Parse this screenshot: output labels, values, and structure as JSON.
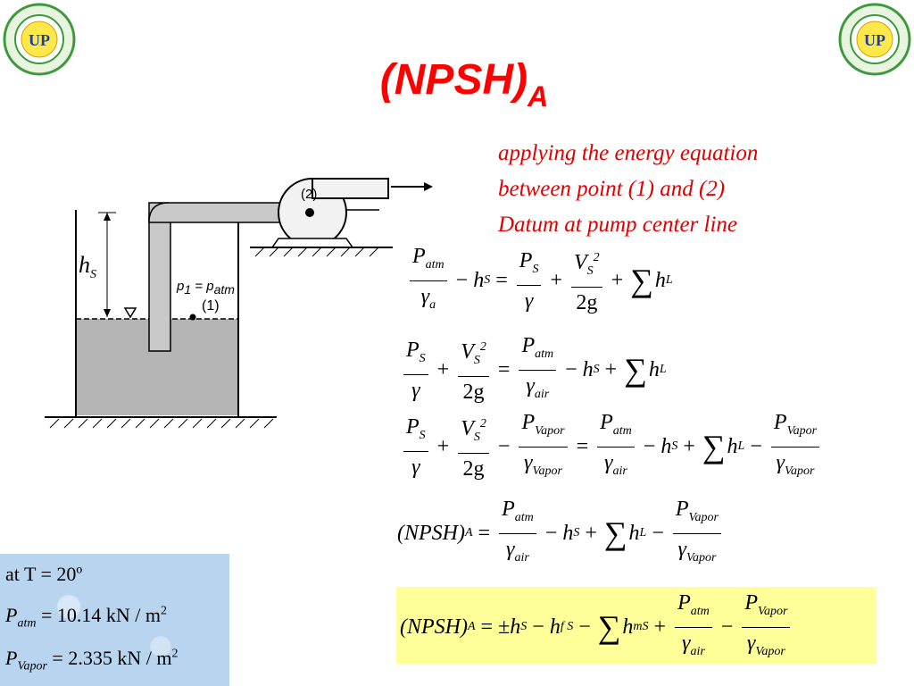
{
  "title": {
    "main": "(NPSH)",
    "sub": "A"
  },
  "notes": [
    "applying the energy equation",
    "between point (1) and (2)",
    "Datum at pump center line"
  ],
  "diagram": {
    "hs_label": "h",
    "hs_sub": "S",
    "point1_label": "p",
    "point1_sub": "1",
    "point1_eq": " = p",
    "point1_eq_sub": "atm",
    "point1_num": "(1)",
    "point2_num": "(2)"
  },
  "symbols": {
    "P": "P",
    "V": "V",
    "h": "h",
    "gamma": "γ",
    "two_g": "2g",
    "g": "g",
    "sum": "∑",
    "plus": "+",
    "minus": "−",
    "equals": "=",
    "pm": "±",
    "atm": "atm",
    "a": "a",
    "air": "air",
    "Vapor": "Vapor",
    "S": "S",
    "L": "L",
    "two": "2",
    "f": "f",
    "mS": "mS",
    "npsh": "(NPSH)",
    "A": "A"
  },
  "conditions": {
    "line1": "at T = 20º",
    "line2_rhs": "= 10.14 kN / m",
    "line3_rhs": "= 2.335 kN / m",
    "exp": "2"
  },
  "colors": {
    "title": "#ff0000",
    "notes": "#e00000",
    "fluid": "#b0b0b0",
    "highlight": "#ffff99",
    "panel": "#b8d4ee"
  }
}
